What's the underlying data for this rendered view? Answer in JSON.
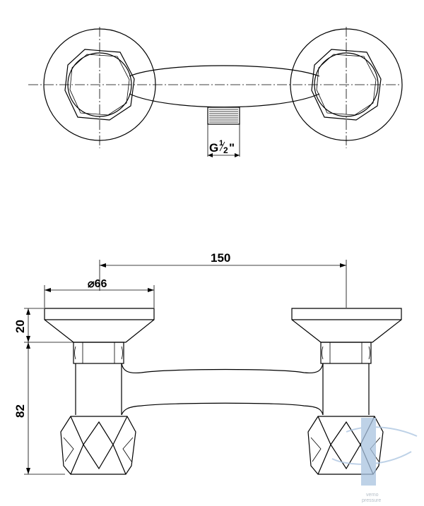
{
  "drawing": {
    "thread_label_prefix": "G",
    "thread_fraction_num": "1",
    "thread_fraction_den": "2",
    "thread_label_suffix": "\"",
    "dim_spacing": "150",
    "dim_diameter": "⌀66",
    "dim_flange_height": "20",
    "dim_body_height": "82"
  },
  "watermark": {
    "line1": "verno",
    "line2": "pressure"
  },
  "colors": {
    "line": "#000000",
    "watermark": "#a9c3e0"
  }
}
